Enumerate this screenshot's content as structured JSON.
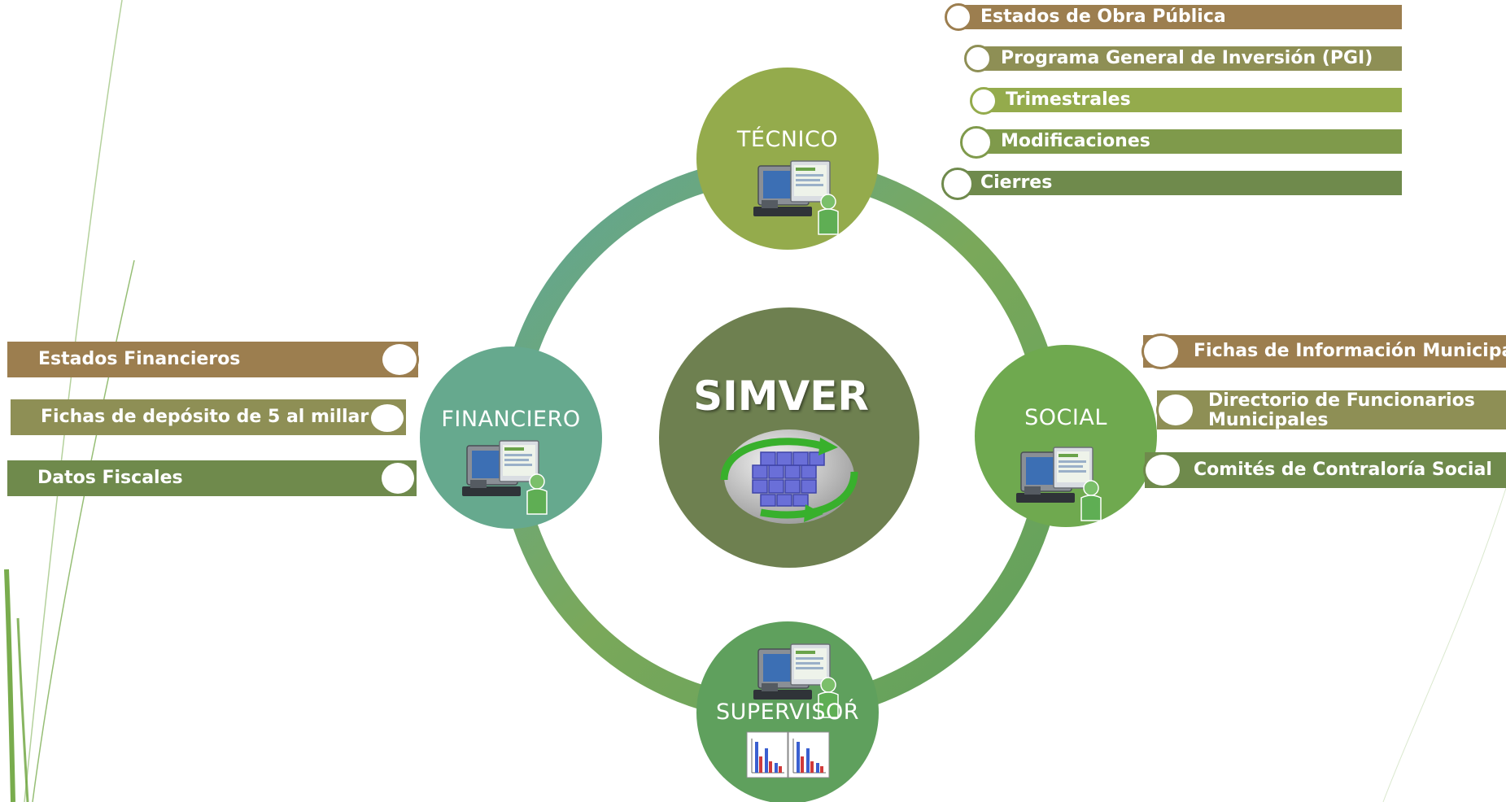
{
  "center": {
    "title": "SIMVER"
  },
  "nodes": {
    "tecnico": "TÉCNICO",
    "financiero": "FINANCIERO",
    "social": "SOCIAL",
    "supervisor": "SUPERVISOŔ"
  },
  "tecnico_items": [
    "Estados de Obra Pública",
    "Programa General de Inversión (PGI)",
    "Trimestrales",
    "Modificaciones",
    "Cierres"
  ],
  "financiero_items": [
    "Estados Financieros",
    "Fichas de depósito de 5 al millar",
    "Datos Fiscales"
  ],
  "social_items": {
    "item1": "Fichas de Información Municipal",
    "item2_line1": "Directorio de Funcionarios",
    "item2_line2": "Municipales",
    "item3": "Comités de Contraloría Social"
  },
  "icons": [
    "computer-user-icon",
    "database-sync-icon",
    "bar-chart-report-icon"
  ],
  "colors": {
    "tecnico": "#94ab4c",
    "financiero": "#66a98e",
    "social": "#6fa94f",
    "supervisor": "#5fa05d",
    "center": "#6e8050",
    "brown": "#9c7e4f",
    "olive": "#8e8f55",
    "green_dark": "#6f8a4c"
  }
}
